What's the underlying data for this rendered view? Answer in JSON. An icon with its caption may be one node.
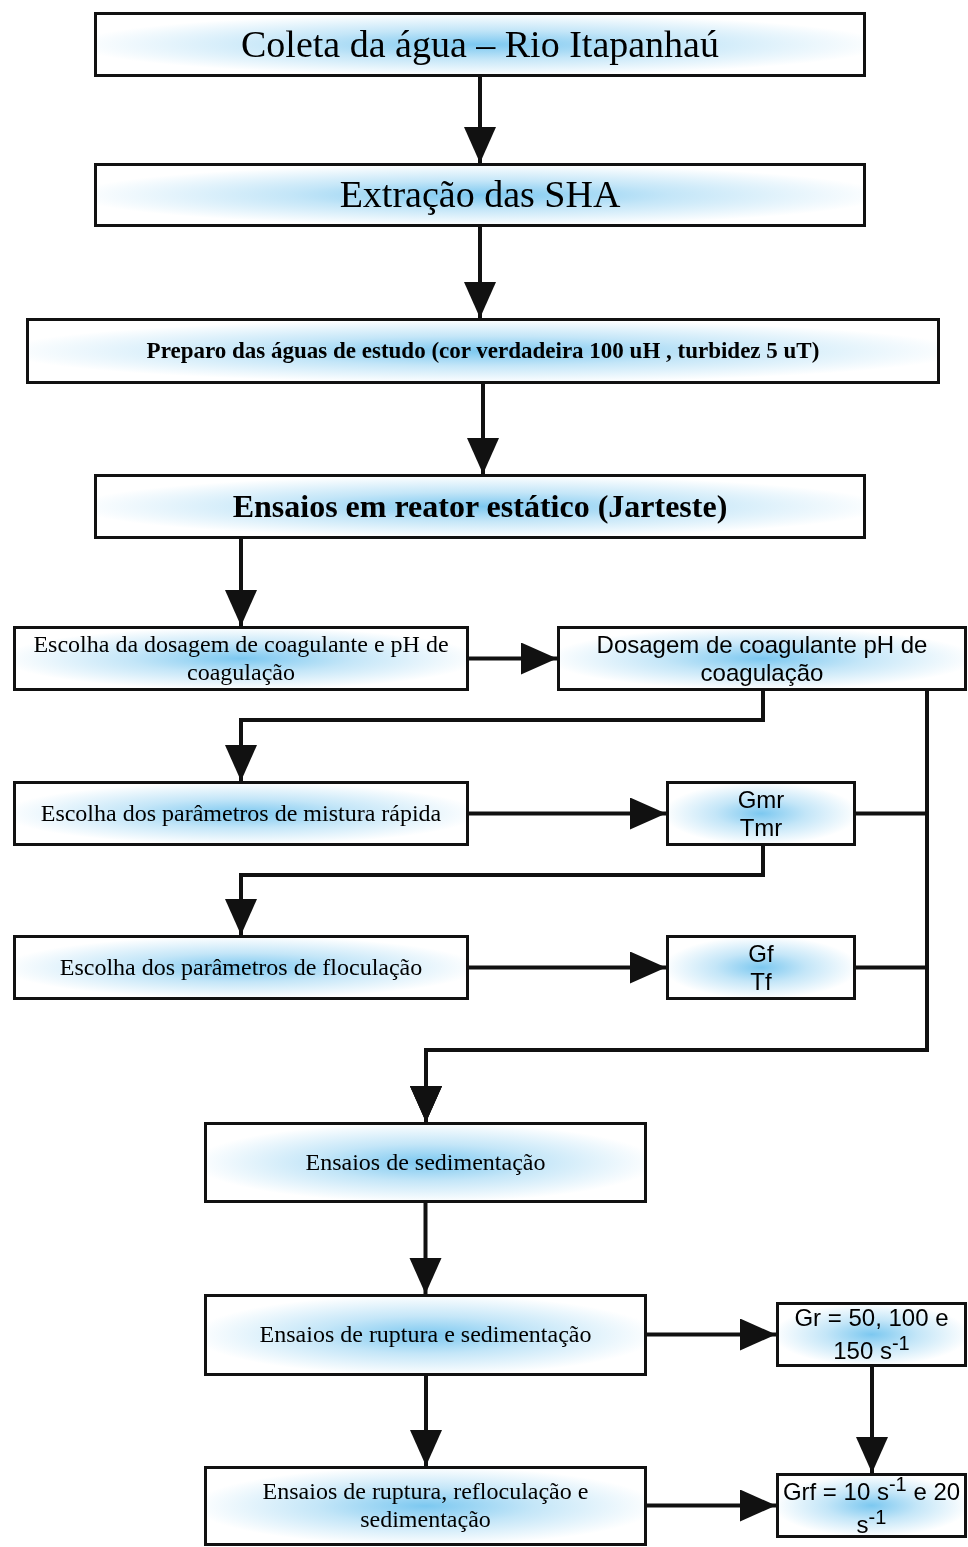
{
  "diagram": {
    "nodes": [
      {
        "text": [
          "Coleta da água – Rio Itapanhaú"
        ]
      },
      {
        "text": [
          "Extração das SHA"
        ]
      },
      {
        "text": [
          "Preparo das águas de estudo  (cor verdadeira 100 uH , turbidez 5 uT)"
        ]
      },
      {
        "text": [
          "Ensaios em reator estático (Jarteste)"
        ]
      },
      {
        "text": [
          "Escolha da dosagem de coagulante e pH de coagulação"
        ]
      },
      {
        "text": [
          "Dosagem de coagulante pH de coagulação"
        ]
      },
      {
        "text": [
          "Escolha dos parâmetros de mistura rápida"
        ]
      },
      {
        "text": [
          "Gmr",
          "Tmr"
        ]
      },
      {
        "text": [
          "Escolha dos parâmetros de floculação"
        ]
      },
      {
        "text": [
          "Gf",
          "Tf"
        ]
      },
      {
        "text": [
          "Ensaios de sedimentação"
        ]
      },
      {
        "text": [
          "Ensaios de ruptura e sedimentação"
        ]
      },
      {
        "text": [
          "Gr = 50, 100 e 150 s$^{-1}$"
        ]
      },
      {
        "text": [
          "Ensaios de ruptura, refloculação e sedimentação"
        ]
      },
      {
        "text": [
          "Grf = 10 s$^{-1}$ e 20 s$^{-1}$"
        ]
      }
    ],
    "edges": [
      {
        "from": 0,
        "to": 1,
        "arrow": "to"
      },
      {
        "from": 1,
        "to": 2,
        "arrow": "to"
      },
      {
        "from": 2,
        "to": 3,
        "arrow": "to"
      },
      {
        "from": 3,
        "to": 4,
        "arrow": "to"
      },
      {
        "from": 4,
        "to": 5,
        "arrow": "to"
      },
      {
        "from": 5,
        "to": 6,
        "arrow": "to"
      },
      {
        "from": 6,
        "to": 7,
        "arrow": "to"
      },
      {
        "from": 7,
        "to": 8,
        "arrow": "to"
      },
      {
        "from": 8,
        "to": 9,
        "arrow": "to"
      },
      {
        "from": 5,
        "to": 10,
        "arrow": "to"
      },
      {
        "from": 7,
        "to": 10,
        "arrow": "to"
      },
      {
        "from": 9,
        "to": 10,
        "arrow": "to"
      },
      {
        "from": 10,
        "to": 11,
        "arrow": "to"
      },
      {
        "from": 11,
        "to": 12,
        "arrow": "to"
      },
      {
        "from": 11,
        "to": 13,
        "arrow": "to"
      },
      {
        "from": 12,
        "to": 14,
        "arrow": "to"
      },
      {
        "from": 13,
        "to": 14,
        "arrow": "to"
      }
    ]
  }
}
